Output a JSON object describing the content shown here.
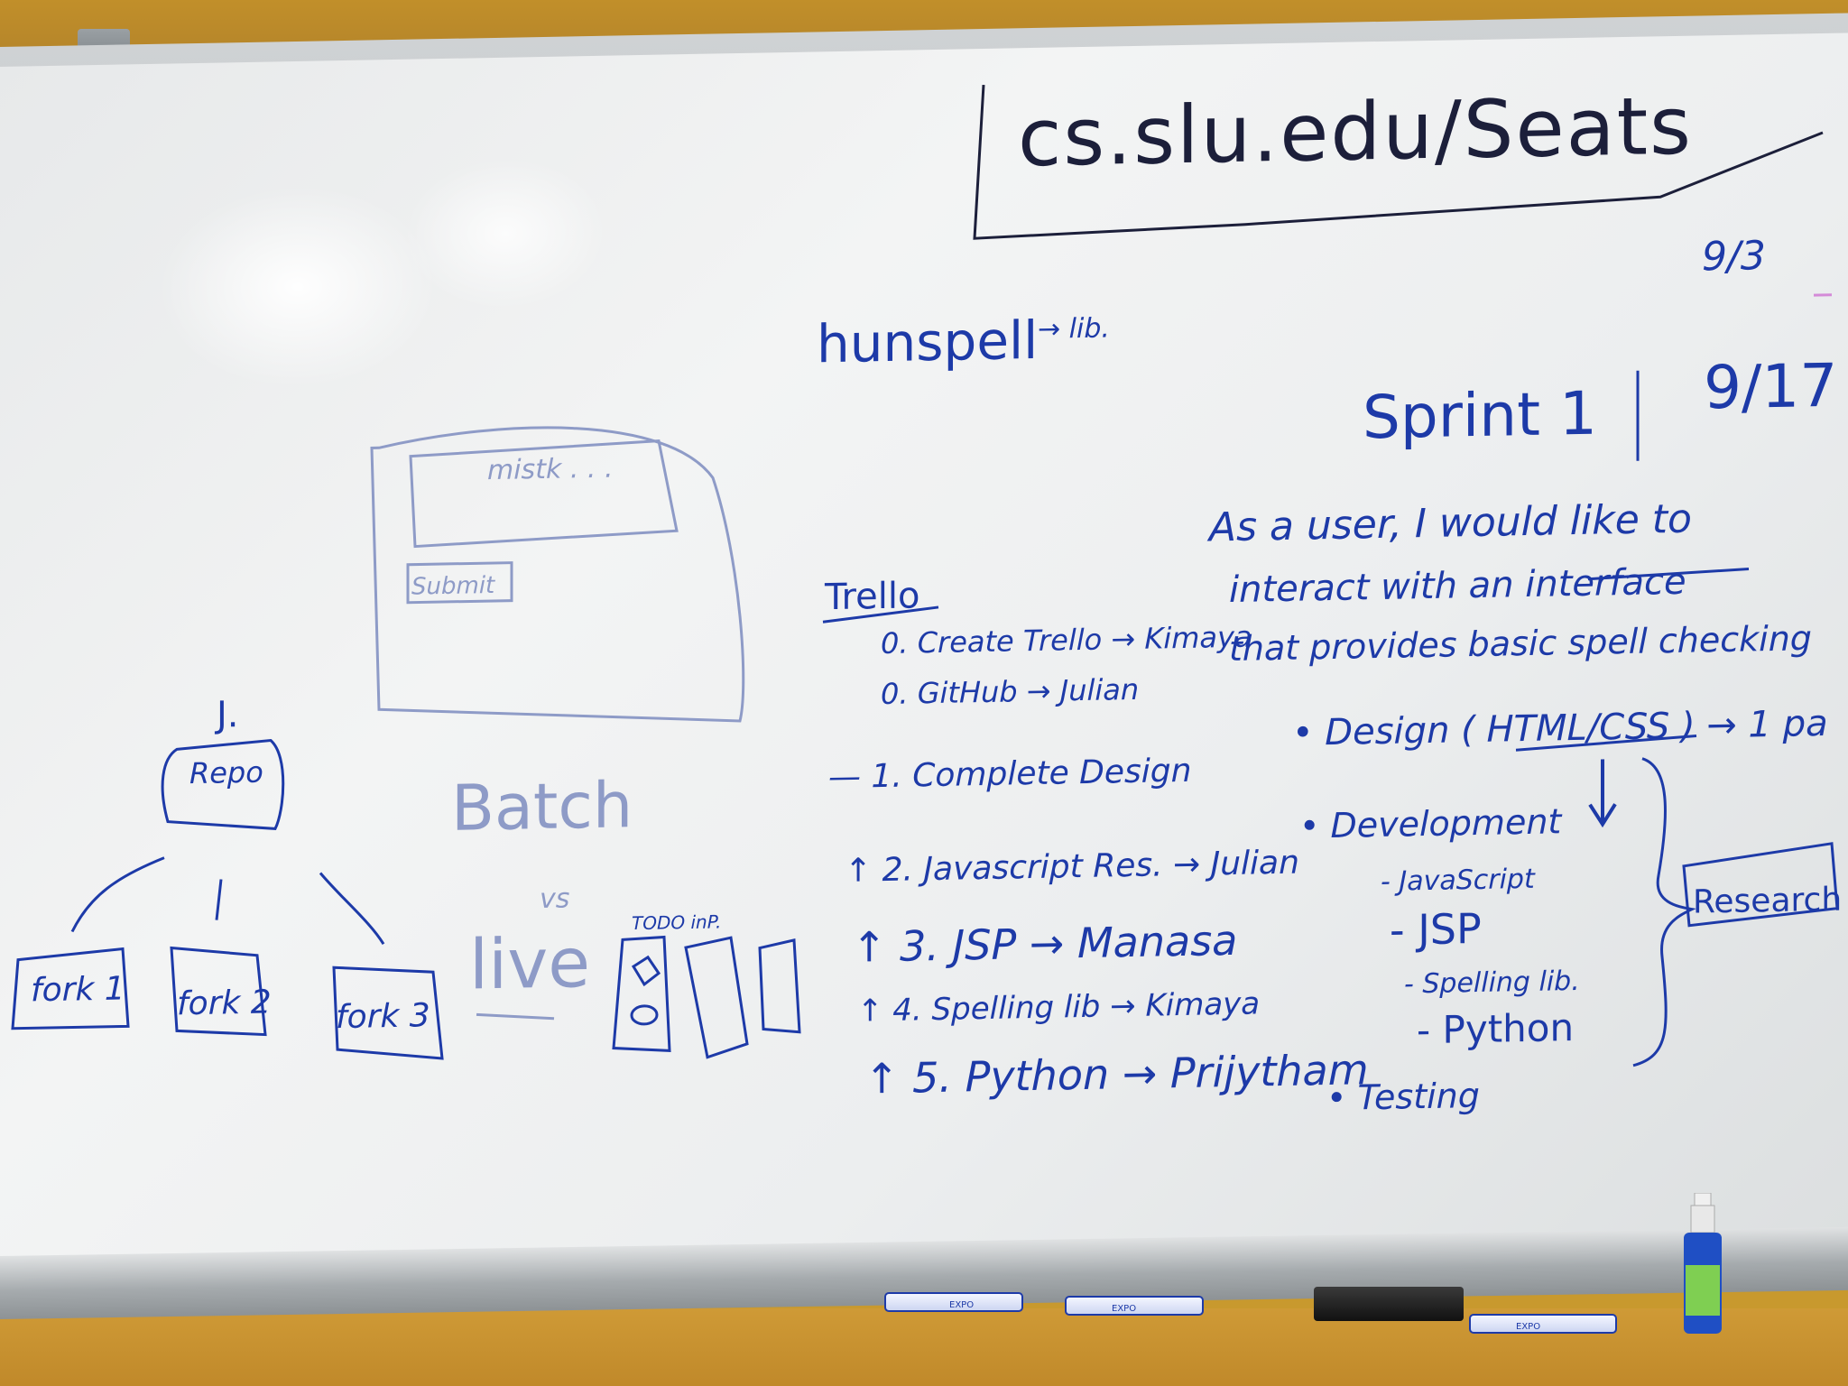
{
  "whiteboard": {
    "url": "cs.slu.edu/Seats",
    "date_top": "9/3",
    "hunspell": "hunspell",
    "hunspell_lib": "→ lib.",
    "sprint": "Sprint 1",
    "sprint_date": "9/17",
    "user_story": [
      "As a user, I would like to",
      "interact with an interface",
      "that provides basic spell checking"
    ],
    "mockup": {
      "input": "mistk . . .",
      "button": "Submit"
    },
    "trello": {
      "heading": "Trello",
      "items": [
        "0. Create Trello → Kimaya",
        "0. GitHub → Julian",
        "— 1. Complete Design",
        "↑ 2. Javascript Res. → Julian",
        "↑ 3. JSP → Manasa",
        "↑ 4. Spelling lib → Kimaya",
        "↑ 5. Python → Prijytham"
      ]
    },
    "plan": {
      "design": "• Design ( HTML/CSS ) → 1 pa",
      "development": "• Development",
      "sub": [
        "- JavaScript",
        "- JSP",
        "- Spelling lib.",
        "- Python"
      ],
      "testing": "• Testing",
      "research": "Research"
    },
    "git": {
      "owner": "J.",
      "repo": "Repo",
      "forks": [
        "fork 1",
        "fork 2",
        "fork 3"
      ]
    },
    "batch": {
      "batch": "Batch",
      "vs": "vs",
      "live": "live",
      "todo": "TODO inP."
    }
  },
  "tray": {
    "markers": [
      "EXPO",
      "EXPO",
      "EXPO"
    ]
  }
}
